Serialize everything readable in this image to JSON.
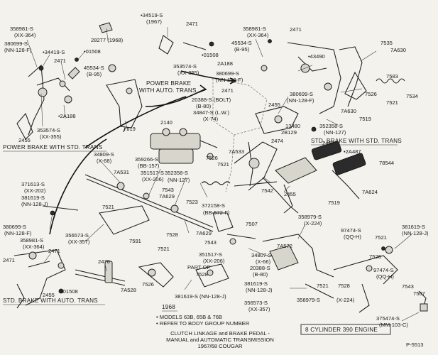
{
  "diagram": {
    "callouts": [
      {
        "id": "c1",
        "text": "358981-S"
      },
      {
        "id": "c2",
        "text": "(XX-364)"
      },
      {
        "id": "c3",
        "text": "380699-S"
      },
      {
        "id": "c4",
        "text": "(NN-128-F)"
      },
      {
        "id": "c5",
        "text": "•34419-S"
      },
      {
        "id": "c6",
        "text": "2471"
      },
      {
        "id": "c7",
        "text": "•01508"
      },
      {
        "id": "c8",
        "text": "45534-S"
      },
      {
        "id": "c9",
        "text": "(B-95)"
      },
      {
        "id": "c10",
        "text": "28277 (1968)"
      },
      {
        "id": "c11",
        "text": "•34519-S"
      },
      {
        "id": "c12",
        "text": "(1967)"
      },
      {
        "id": "c13",
        "text": "2471"
      },
      {
        "id": "c14",
        "text": "2455"
      },
      {
        "id": "c15",
        "text": "•2A188"
      },
      {
        "id": "c16",
        "text": "353574-S"
      },
      {
        "id": "c17",
        "text": "(XX-355)"
      },
      {
        "id": "c18",
        "text": "7519"
      },
      {
        "id": "c19",
        "text": "353574-S"
      },
      {
        "id": "c20",
        "text": "(XX-355)"
      },
      {
        "id": "c21",
        "text": "•01508"
      },
      {
        "id": "c22",
        "text": "358981-S"
      },
      {
        "id": "c23",
        "text": "(XX-364)"
      },
      {
        "id": "c24",
        "text": "45534-S"
      },
      {
        "id": "c25",
        "text": "(B-95)"
      },
      {
        "id": "c26",
        "text": "2A188"
      },
      {
        "id": "c27",
        "text": "380699-S"
      },
      {
        "id": "c28",
        "text": "(NN-128-F)"
      },
      {
        "id": "c29",
        "text": "2471"
      },
      {
        "id": "c30",
        "text": "20388-S (BOLT)"
      },
      {
        "id": "c31",
        "text": "(B-80)"
      },
      {
        "id": "c32",
        "text": "34847-S (L.W.)"
      },
      {
        "id": "c33",
        "text": "(X-74)"
      },
      {
        "id": "c34",
        "text": "2455"
      },
      {
        "id": "c35",
        "text": "2471"
      },
      {
        "id": "c36",
        "text": "7535"
      },
      {
        "id": "c37",
        "text": "7A630"
      },
      {
        "id": "c38",
        "text": "•43490"
      },
      {
        "id": "c39",
        "text": "7583"
      },
      {
        "id": "c40",
        "text": "7534"
      },
      {
        "id": "c41",
        "text": "380699-S"
      },
      {
        "id": "c42",
        "text": "(NN-128-F)"
      },
      {
        "id": "c43",
        "text": "7526"
      },
      {
        "id": "c44",
        "text": "7521"
      },
      {
        "id": "c45",
        "text": "7A630"
      },
      {
        "id": "c46",
        "text": "7519"
      },
      {
        "id": "c47",
        "text": "13480"
      },
      {
        "id": "c48",
        "text": "352358-S"
      },
      {
        "id": "c49",
        "text": "(NN-127)"
      },
      {
        "id": "c50",
        "text": "2B129"
      },
      {
        "id": "c51",
        "text": "2474"
      },
      {
        "id": "c52",
        "text": "2140"
      },
      {
        "id": "c53",
        "text": "34809-S"
      },
      {
        "id": "c54",
        "text": "(X-68)"
      },
      {
        "id": "c55",
        "text": "359266-S"
      },
      {
        "id": "c56",
        "text": "(BB-157)"
      },
      {
        "id": "c57",
        "text": "7A531"
      },
      {
        "id": "c58",
        "text": "351517-S"
      },
      {
        "id": "c59",
        "text": "(XX-206)"
      },
      {
        "id": "c60",
        "text": "7526"
      },
      {
        "id": "c61",
        "text": "7521"
      },
      {
        "id": "c62",
        "text": "7A533"
      },
      {
        "id": "c63",
        "text": "2457"
      },
      {
        "id": "c64",
        "text": "•2A487"
      },
      {
        "id": "c65",
        "text": "78544"
      },
      {
        "id": "c66",
        "text": "7A624"
      },
      {
        "id": "c67",
        "text": "371613-S"
      },
      {
        "id": "c68",
        "text": "(XX-202)"
      },
      {
        "id": "c69",
        "text": "381619-S"
      },
      {
        "id": "c70",
        "text": "(NN-128-J)"
      },
      {
        "id": "c71",
        "text": "352358-S"
      },
      {
        "id": "c72",
        "text": "(NN-127)"
      },
      {
        "id": "c73",
        "text": "7543"
      },
      {
        "id": "c74",
        "text": "7A629"
      },
      {
        "id": "c75",
        "text": "7523"
      },
      {
        "id": "c76",
        "text": "7542"
      },
      {
        "id": "c77",
        "text": "2455"
      },
      {
        "id": "c78",
        "text": "7519"
      },
      {
        "id": "c79",
        "text": "372158-S"
      },
      {
        "id": "c80",
        "text": "(BB-572-F)"
      },
      {
        "id": "c81",
        "text": "7521"
      },
      {
        "id": "c82",
        "text": "7528"
      },
      {
        "id": "c83",
        "text": "7A629"
      },
      {
        "id": "c84",
        "text": "7507"
      },
      {
        "id": "c85",
        "text": "380699-S"
      },
      {
        "id": "c86",
        "text": "(NN-128-F)"
      },
      {
        "id": "c87",
        "text": "358981-S"
      },
      {
        "id": "c88",
        "text": "(XX-364)"
      },
      {
        "id": "c89",
        "text": "356573-S"
      },
      {
        "id": "c90",
        "text": "(XX-357)"
      },
      {
        "id": "c91",
        "text": "7591"
      },
      {
        "id": "c92",
        "text": "7543"
      },
      {
        "id": "c93",
        "text": "351517-S"
      },
      {
        "id": "c94",
        "text": "(XX-206)"
      },
      {
        "id": "c95",
        "text": "7A572"
      },
      {
        "id": "c96",
        "text": "358979-S"
      },
      {
        "id": "c97",
        "text": "(X-224)"
      },
      {
        "id": "c98",
        "text": "97474-S"
      },
      {
        "id": "c99",
        "text": "(QQ-H)"
      },
      {
        "id": "c100",
        "text": "7521"
      },
      {
        "id": "c101",
        "text": "381619-S"
      },
      {
        "id": "c102",
        "text": "(NN-128-J)"
      },
      {
        "id": "c103",
        "text": "2471"
      },
      {
        "id": "c104",
        "text": "2471"
      },
      {
        "id": "c105",
        "text": "2478"
      },
      {
        "id": "c106",
        "text": "7521"
      },
      {
        "id": "c107",
        "text": "PART OF"
      },
      {
        "id": "c108",
        "text": "7528"
      },
      {
        "id": "c109",
        "text": "34807-S"
      },
      {
        "id": "c110",
        "text": "(X-66)"
      },
      {
        "id": "c111",
        "text": "20388-S"
      },
      {
        "id": "c112",
        "text": "(B-80)"
      },
      {
        "id": "c113",
        "text": "97474-S"
      },
      {
        "id": "c114",
        "text": "(QQ-H)"
      },
      {
        "id": "c115",
        "text": "7526"
      },
      {
        "id": "c116",
        "text": "7543"
      },
      {
        "id": "c117",
        "text": "2455"
      },
      {
        "id": "c118",
        "text": "•01508"
      },
      {
        "id": "c119",
        "text": "7A528"
      },
      {
        "id": "c120",
        "text": "7526"
      },
      {
        "id": "c121",
        "text": "381619-S (NN-128-J)"
      },
      {
        "id": "c122",
        "text": "381619-S"
      },
      {
        "id": "c123",
        "text": "(NN-128-J)"
      },
      {
        "id": "c124",
        "text": "7521"
      },
      {
        "id": "c125",
        "text": "356573-S"
      },
      {
        "id": "c126",
        "text": "(XX-357)"
      },
      {
        "id": "c127",
        "text": "7528"
      },
      {
        "id": "c128",
        "text": "7507"
      },
      {
        "id": "c129",
        "text": "358979-S"
      },
      {
        "id": "c130",
        "text": "(X-224)"
      },
      {
        "id": "c131",
        "text": "375474-S"
      },
      {
        "id": "c132",
        "text": "(MM-103-C)"
      }
    ],
    "section_labels": {
      "power_brake_auto": [
        "POWER BRAKE",
        "WITH AUTO. TRANS"
      ],
      "power_brake_std": "POWER BRAKE WITH STD. TRANS",
      "std_brake_std": "STD. BRAKE WITH STD. TRANS",
      "std_brake_auto": "STD. BRAKE WITH AUTO. TRANS",
      "engine_box": "8 CYLINDER 390 ENGINE"
    },
    "notes": {
      "year": "1968",
      "models": "• MODELS 63B, 65B & 76B",
      "refer": "• REFER TO BODY GROUP NUMBER"
    },
    "caption": {
      "line1": "CLUTCH LINKAGE and BRAKE PEDAL -",
      "line2": "MANUAL and AUTOMATIC TRANSMISSION",
      "line3": "1967/68  COUGAR"
    },
    "figure_number": "P-5513"
  }
}
